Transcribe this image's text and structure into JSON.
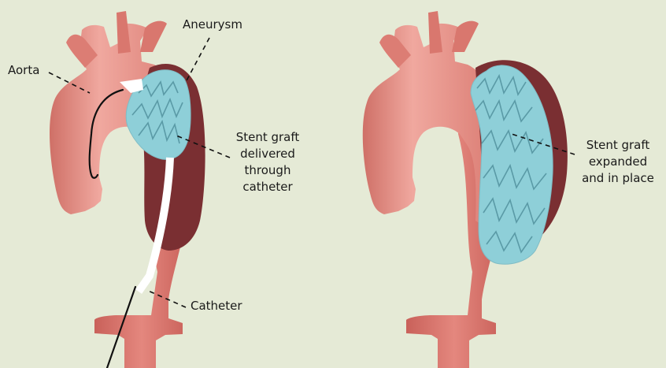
{
  "colors": {
    "background": "#e5ead6",
    "aorta_fill": "#e08a80",
    "aorta_dark": "#c56a63",
    "aneurysm_fill": "#7a2f32",
    "stent_fill": "#8ecfd8",
    "stent_stroke": "#5a9aa6",
    "catheter_fill": "#ffffff",
    "wire_stroke": "#111111"
  },
  "icons": {
    "left": "aorta-with-catheter-illustration",
    "right": "aorta-with-expanded-stent-illustration"
  },
  "labels": {
    "aorta": "Aorta",
    "aneurysm": "Aneurysm",
    "stent_delivered": [
      "Stent graft",
      "delivered",
      "through",
      "catheter"
    ],
    "catheter": "Catheter",
    "stent_expanded": [
      "Stent graft",
      "expanded",
      "and in place"
    ]
  }
}
